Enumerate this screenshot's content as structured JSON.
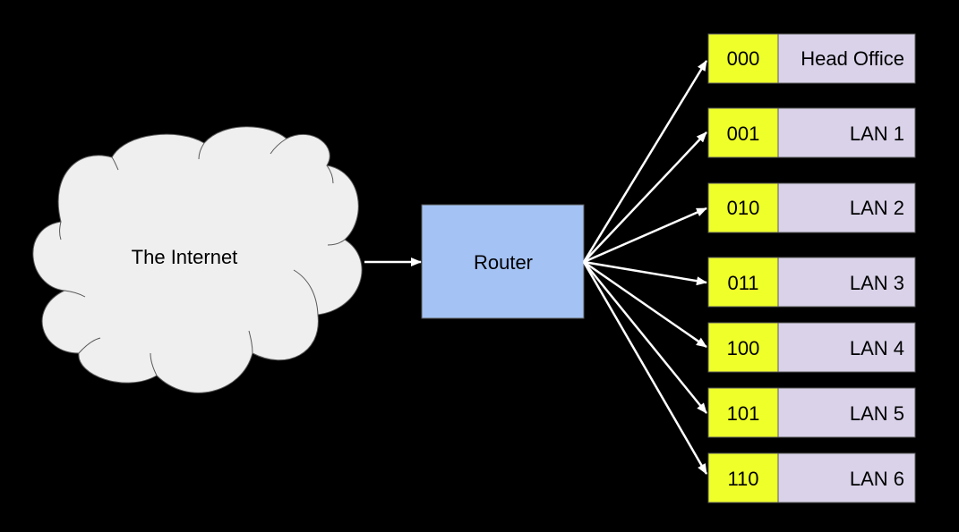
{
  "cloud": {
    "label": "The Internet"
  },
  "router": {
    "label": "Router"
  },
  "subnets": [
    {
      "code": "000",
      "name": "Head Office"
    },
    {
      "code": "001",
      "name": "LAN 1"
    },
    {
      "code": "010",
      "name": "LAN 2"
    },
    {
      "code": "011",
      "name": "LAN 3"
    },
    {
      "code": "100",
      "name": "LAN 4"
    },
    {
      "code": "101",
      "name": "LAN 5"
    },
    {
      "code": "110",
      "name": "LAN 6"
    }
  ],
  "colors": {
    "background": "#000000",
    "cloud_fill": "#efefef",
    "router_fill": "#a4c2f4",
    "code_fill": "#eeff2a",
    "name_fill": "#d9d2e9",
    "arrow": "#ffffff",
    "box_border": "#595959"
  }
}
